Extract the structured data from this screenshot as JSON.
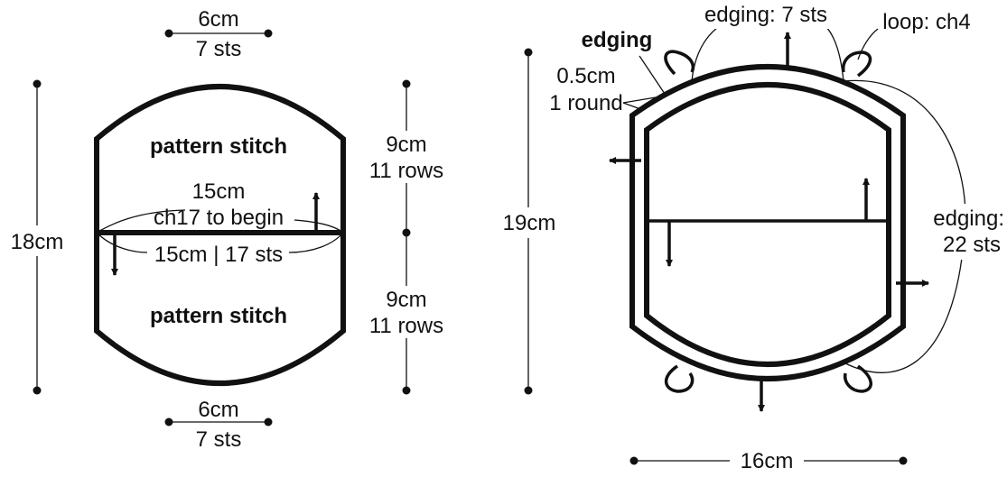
{
  "left_piece": {
    "top_width": "6cm",
    "top_sts": "7 sts",
    "height_total": "18cm",
    "upper_label": "pattern stitch",
    "lower_label": "pattern stitch",
    "chain_width": "15cm",
    "chain_start": "ch17 to begin",
    "center_measure": "15cm | 17 sts",
    "upper_height": "9cm",
    "upper_rows": "11 rows",
    "lower_height": "9cm",
    "lower_rows": "11 rows",
    "bottom_width": "6cm",
    "bottom_sts": "7 sts"
  },
  "right_piece": {
    "edging_title": "edging",
    "edging_top": "edging: 7 sts",
    "loop": "loop: ch4",
    "edge_width": "0.5cm",
    "edge_rounds": "1 round",
    "height_total": "19cm",
    "edging_side": "edging:",
    "edging_side_sts": "22 sts",
    "width_total": "16cm"
  }
}
